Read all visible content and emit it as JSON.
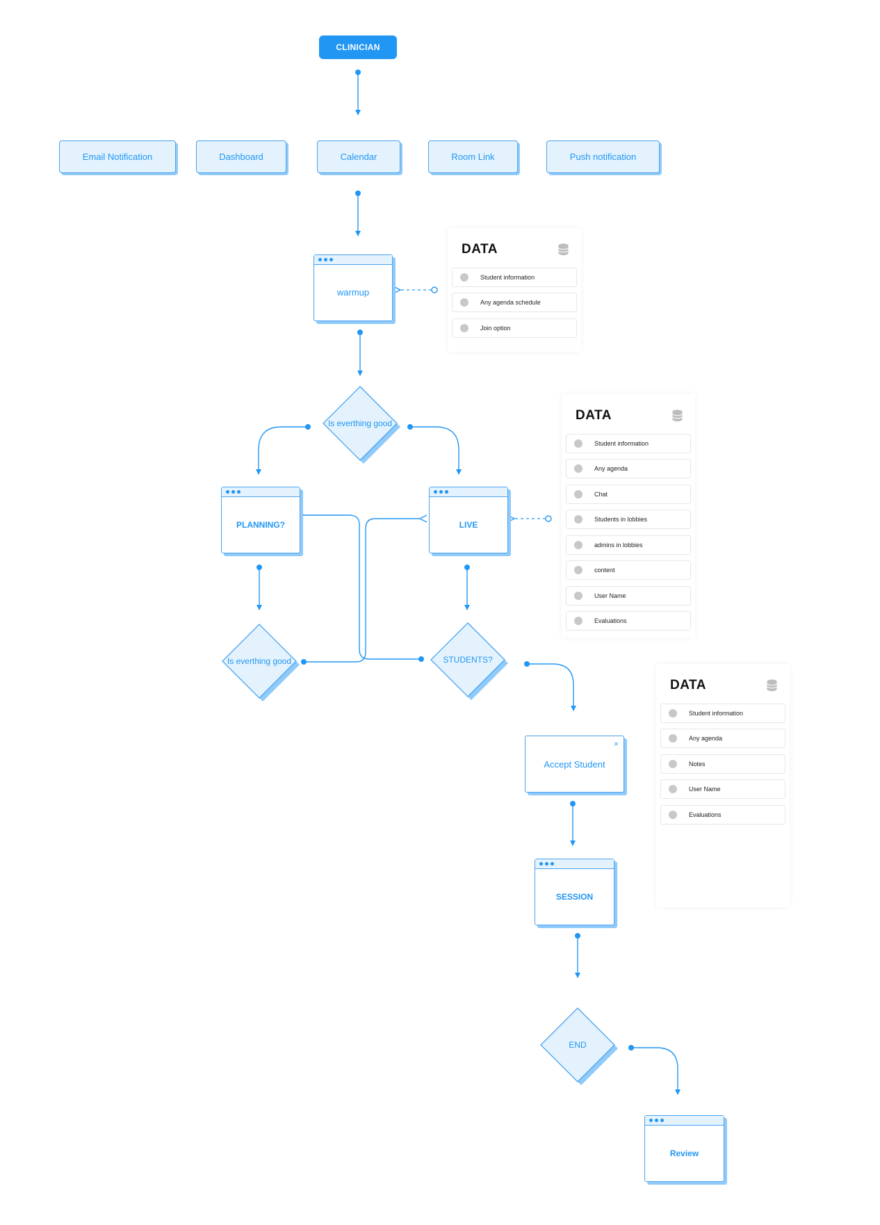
{
  "start": {
    "label": "CLINICIAN"
  },
  "channels": [
    "Email Notification",
    "Dashboard",
    "Calendar",
    "Room Link",
    "Push notification"
  ],
  "screens": {
    "warmup": "warmup",
    "planning": "PLANNING?",
    "live": "LIVE",
    "session": "SESSION",
    "review": "Review"
  },
  "decisions": {
    "check_top": "Is everthing good",
    "check_left": "Is everthing good",
    "students": "STUDENTS?",
    "end": "END"
  },
  "accept": {
    "label": "Accept Student",
    "close_glyph": "×"
  },
  "panels": [
    {
      "title": "DATA",
      "items": [
        "Student information",
        "Any agenda schedule",
        "Join option"
      ]
    },
    {
      "title": "DATA",
      "items": [
        "Student information",
        "Any agenda",
        "Chat",
        "Students in lobbies",
        "admins in lobbies",
        "content",
        "User Name",
        "Evaluations"
      ]
    },
    {
      "title": "DATA",
      "items": [
        "Student information",
        "Any agenda",
        "Notes",
        "User Name",
        "Evaluations"
      ]
    }
  ],
  "colors": {
    "accent": "#2196f3",
    "fill": "#e3f2fd",
    "shadow": "#90caf9"
  }
}
